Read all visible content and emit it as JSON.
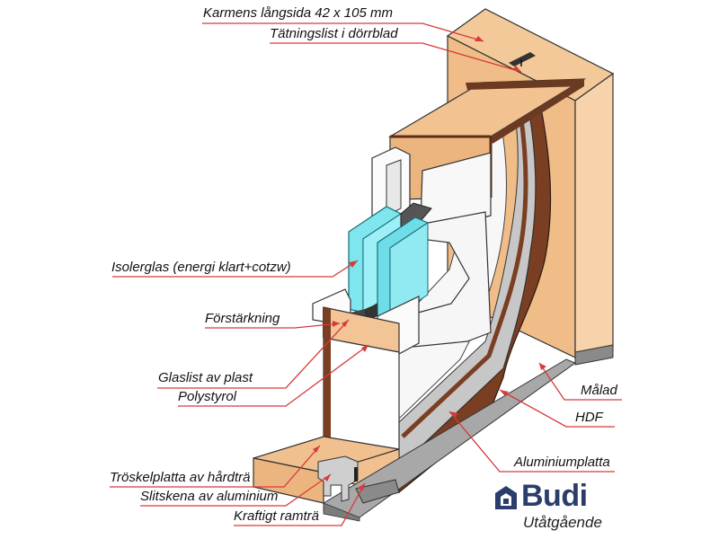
{
  "labels": {
    "karm": "Karmens långsida 42 x 105 mm",
    "tatning": "Tätningslist i dörrblad",
    "isolerglas": "Isolerglas (energi klart+cotzw)",
    "forstarkning": "Förstärkning",
    "glaslist": "Glaslist av plast",
    "polystyrol": "Polystyrol",
    "troskel": "Tröskelplatta av hårdträ",
    "slitskena": "Slitskena av aluminium",
    "ramtra": "Kraftigt ramträ",
    "malad": "Målad",
    "hdf": "HDF",
    "aluminiumplatta": "Aluminiumplatta"
  },
  "logo": {
    "name": "Budi",
    "subtitle": "Utåtgående"
  },
  "colors": {
    "wood": "#f2c391",
    "wood_dark": "#e6a96e",
    "glass": "#7fe6ef",
    "brown": "#6b3a22",
    "grey_core": "#c9c9c9",
    "white_foam": "#fafafa",
    "leader": "#d63a3a",
    "logo_blue": "#2b3d6b"
  }
}
